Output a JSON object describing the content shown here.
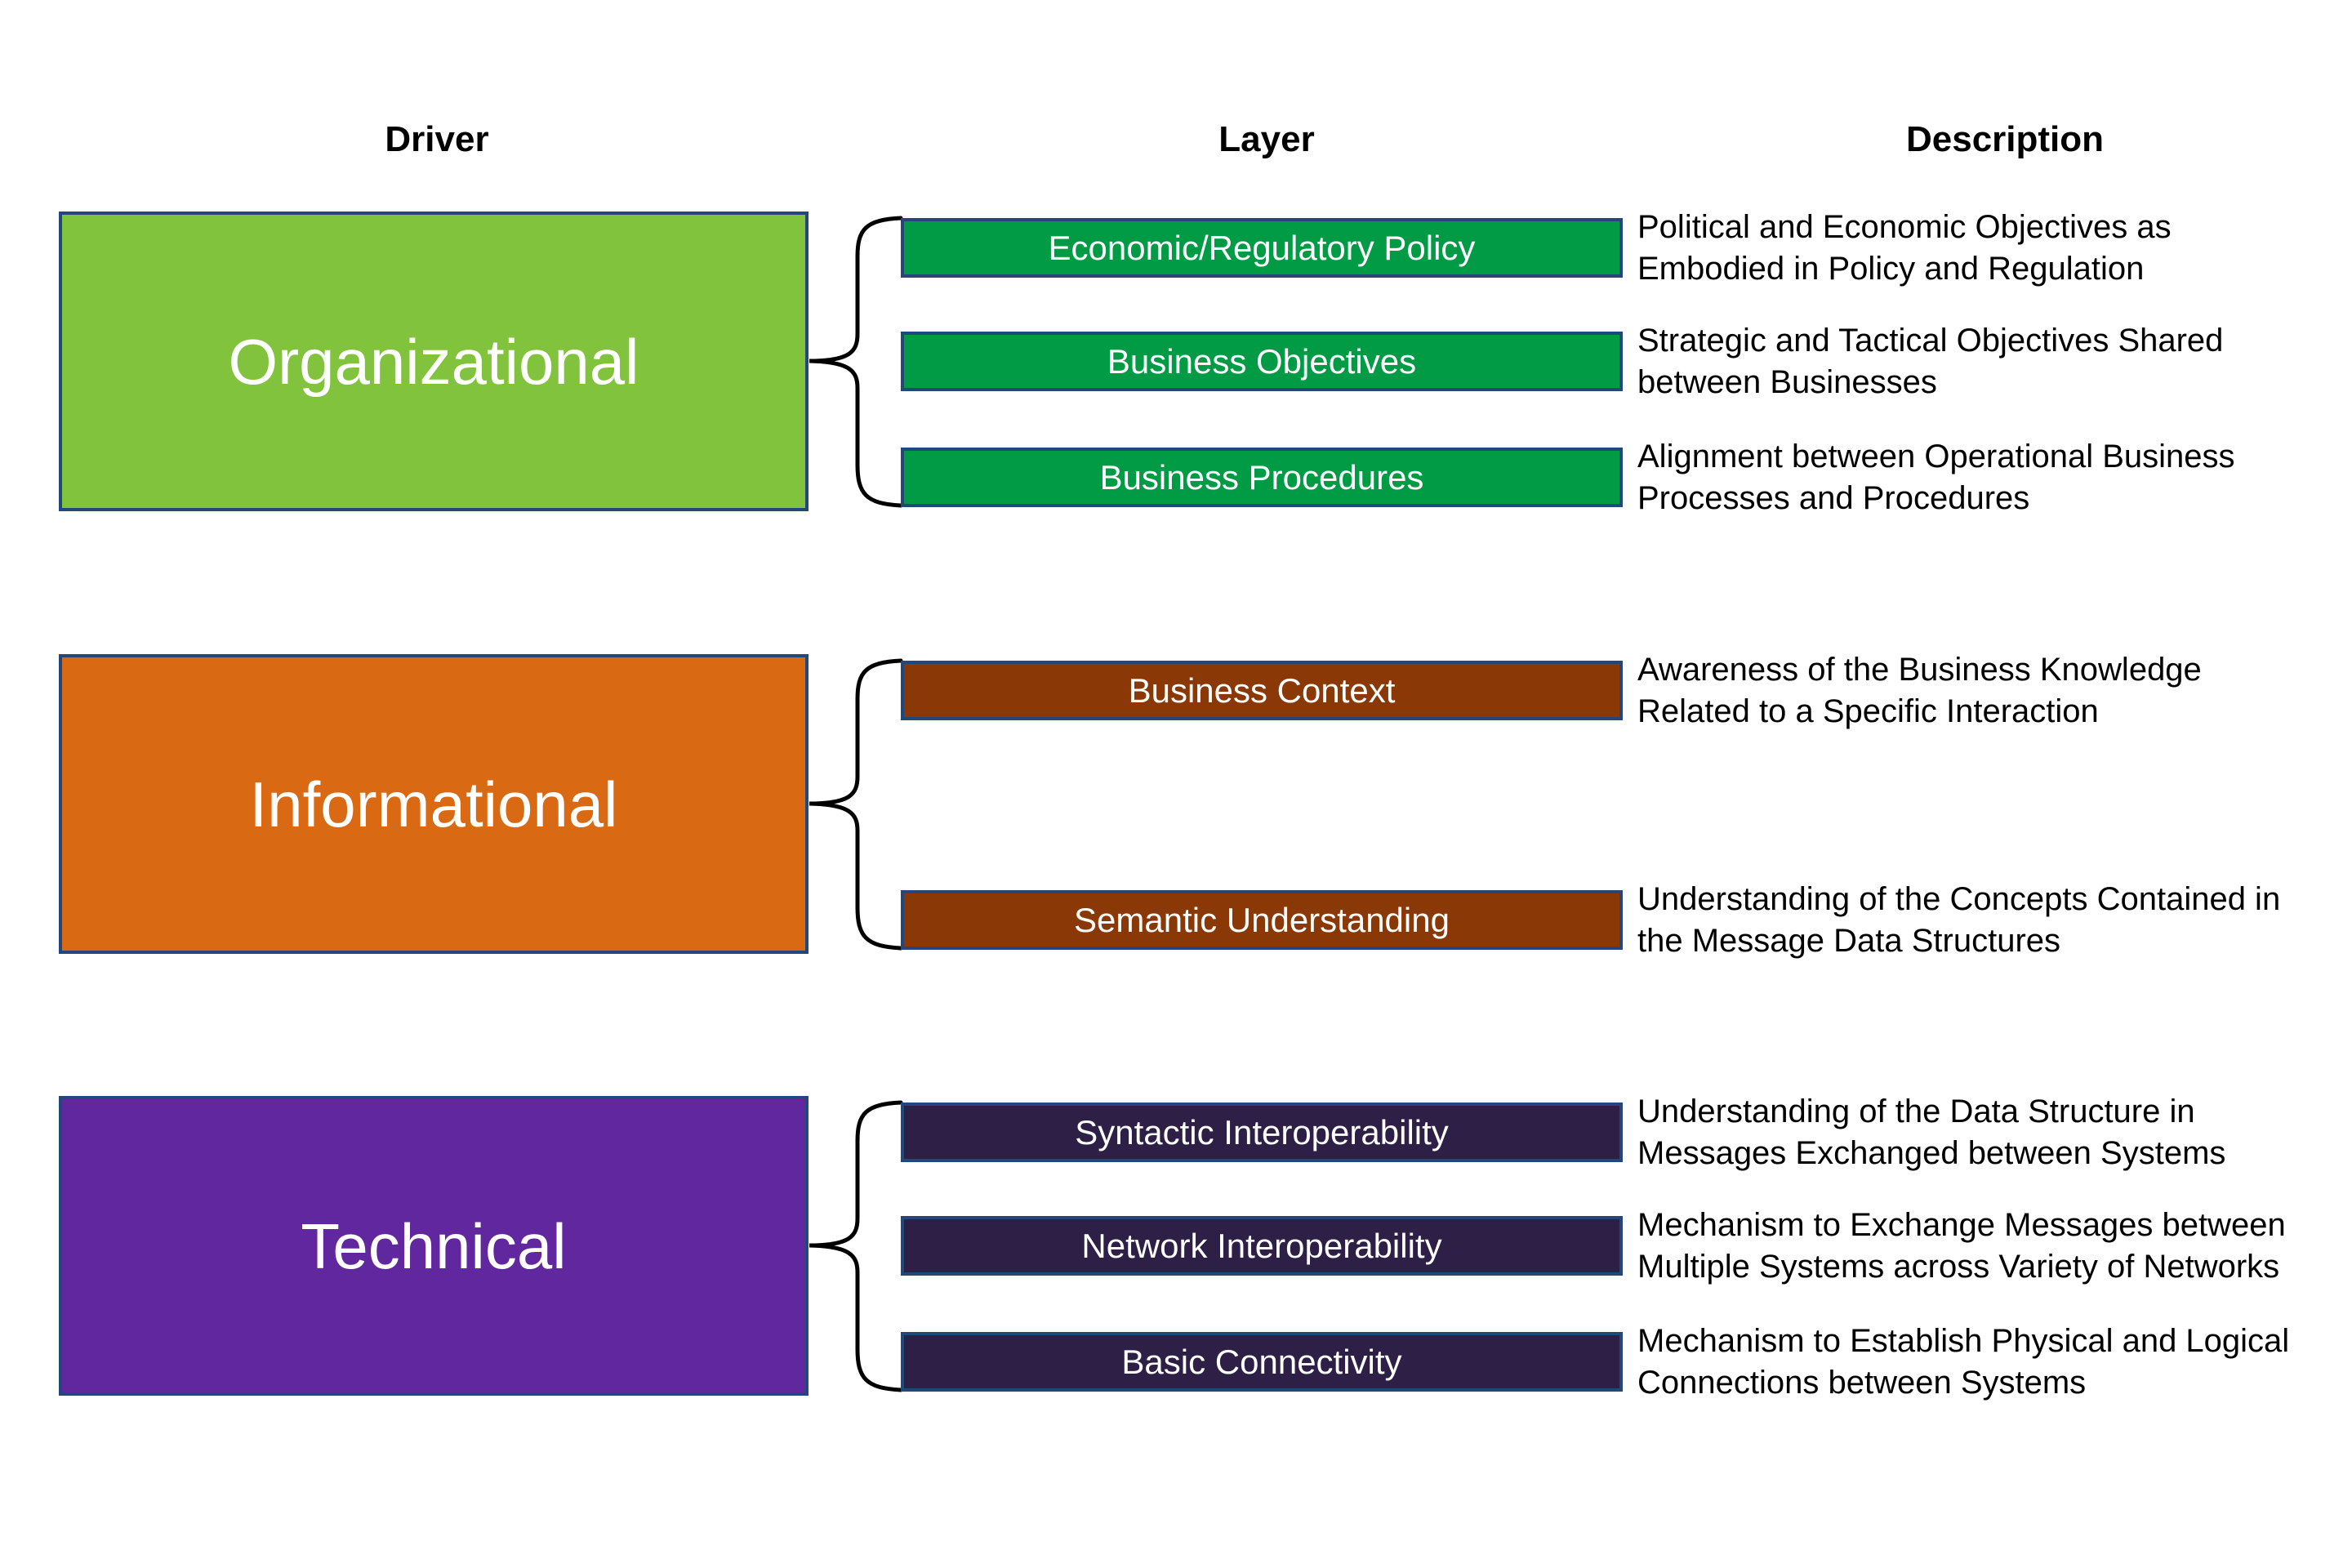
{
  "headers": {
    "driver": "Driver",
    "layer": "Layer",
    "description": "Description"
  },
  "colors": {
    "background": "#FFFFFF",
    "border": "#24477B",
    "brace": "#000000",
    "text_light": "#FFFFFF",
    "text_dark": "#000000",
    "organizational_green": "#82C33E",
    "organizational_layer_green": "#009B44",
    "informational_orange": "#D96A13",
    "informational_layer_brown": "#8A3805",
    "technical_purple": "#61279E",
    "technical_layer_dark": "#2D1F45"
  },
  "groups": [
    {
      "driver": {
        "label": "Organizational",
        "color": "#82C33E"
      },
      "layer_color": "#009B44",
      "rows": [
        {
          "layer": "Economic/Regulatory Policy",
          "description": "Political and Economic Objectives as\nEmbodied in Policy and Regulation"
        },
        {
          "layer": "Business Objectives",
          "description": "Strategic and Tactical Objectives Shared\nbetween Businesses"
        },
        {
          "layer": "Business Procedures",
          "description": "Alignment between Operational Business\nProcesses and Procedures"
        }
      ]
    },
    {
      "driver": {
        "label": "Informational",
        "color": "#D96A13"
      },
      "layer_color": "#8A3805",
      "rows": [
        {
          "layer": "Business Context",
          "description": "Awareness of the Business Knowledge\nRelated to a Specific Interaction"
        },
        {
          "layer": "Semantic Understanding",
          "description": "Understanding of the Concepts Contained in\nthe Message Data Structures"
        }
      ]
    },
    {
      "driver": {
        "label": "Technical",
        "color": "#61279E"
      },
      "layer_color": "#2D1F45",
      "rows": [
        {
          "layer": "Syntactic Interoperability",
          "description": "Understanding of the Data Structure in\nMessages Exchanged between Systems"
        },
        {
          "layer": "Network Interoperability",
          "description": "Mechanism to Exchange Messages between\nMultiple Systems across Variety of Networks"
        },
        {
          "layer": "Basic Connectivity",
          "description": "Mechanism to Establish Physical and Logical\nConnections between Systems"
        }
      ]
    }
  ]
}
